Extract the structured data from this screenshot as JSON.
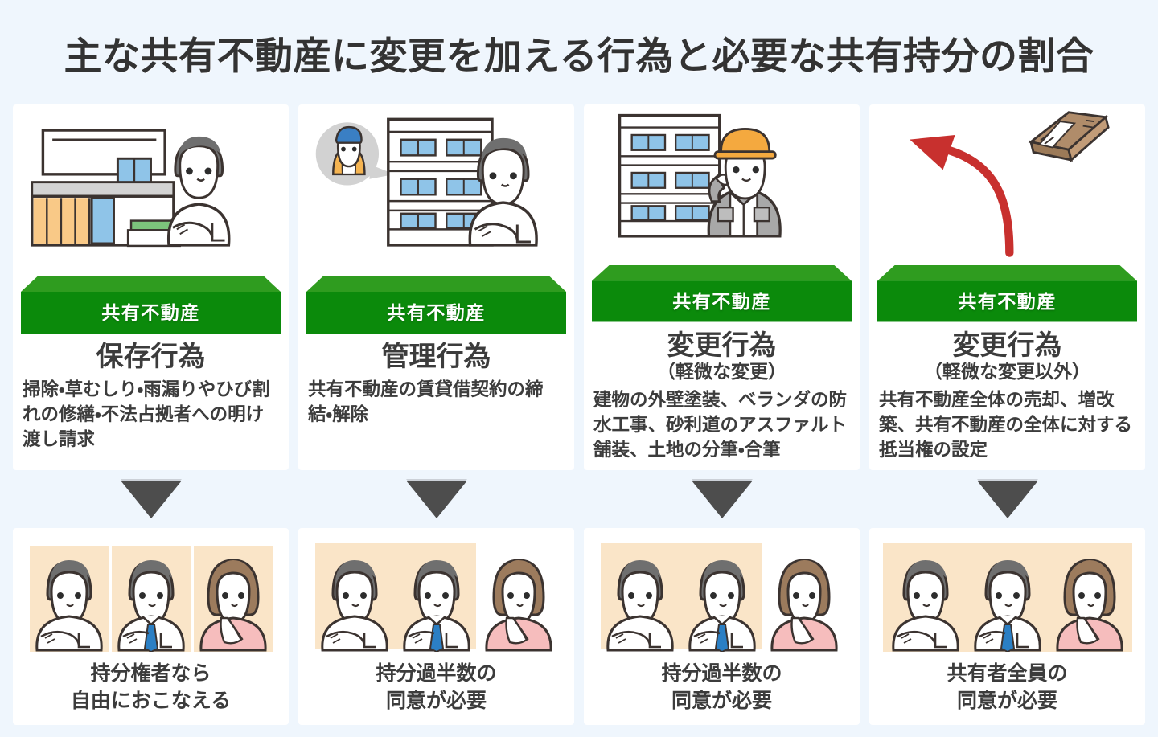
{
  "header": {
    "title": "主な共有不動産に変更を加える行為と必要な共有持分の割合"
  },
  "colors": {
    "page_background": "#eff6fd",
    "card_background": "#ffffff",
    "slab_top": "#2f9c1f",
    "slab_front": "#0b8a0b",
    "slab_label_color": "#ffffff",
    "arrow_gray": "#4d4d4d",
    "highlight_band": "#fae5c8",
    "money_arrow_red": "#c8302e",
    "text_color": "#3c3c3c"
  },
  "slab_label": "共有不動産",
  "columns": [
    {
      "illustration": "house-with-owner-illustration",
      "act_name": "保存行為",
      "act_sub": "",
      "act_desc": "掃除・草むしり・雨漏りやひび割れの修繕・不法占拠者への明け渡し請求",
      "consent_text": "持分権者なら\n自由におこなえる",
      "people_count": 3,
      "people_highlighted": [
        true,
        true,
        true
      ],
      "highlight_style": "individual",
      "people": [
        {
          "name": "person-casual-crossed-arms",
          "hair": "#6f6f6f",
          "shirt": "#ffffff"
        },
        {
          "name": "person-necktie-crossed-arms",
          "hair": "#6f6f6f",
          "shirt": "#ffffff",
          "tie": "#2b7fc4"
        },
        {
          "name": "person-woman-hands-clasped",
          "hair": "#9c7b5d",
          "shirt": "#f6bdbd"
        }
      ]
    },
    {
      "illustration": "apartment-with-tenant-bubble-illustration",
      "act_name": "管理行為",
      "act_sub": "",
      "act_desc": "共有不動産の賃貸借契約の締結・解除",
      "consent_text": "持分過半数の\n同意が必要",
      "people_count": 3,
      "people_highlighted": [
        true,
        true,
        false
      ],
      "highlight_style": "band-two",
      "people": [
        {
          "name": "person-casual-crossed-arms",
          "hair": "#6f6f6f",
          "shirt": "#ffffff"
        },
        {
          "name": "person-necktie-crossed-arms",
          "hair": "#6f6f6f",
          "shirt": "#ffffff",
          "tie": "#2b7fc4"
        },
        {
          "name": "person-woman-hands-clasped",
          "hair": "#9c7b5d",
          "shirt": "#f6bdbd"
        }
      ]
    },
    {
      "illustration": "apartment-with-worker-illustration",
      "act_name": "変更行為",
      "act_sub": "（軽微な変更）",
      "act_desc": "建物の外壁塗装、ベランダの防水工事、砂利道のアスファルト舗装、土地の分筆・合筆",
      "consent_text": "持分過半数の\n同意が必要",
      "people_count": 3,
      "people_highlighted": [
        true,
        true,
        false
      ],
      "highlight_style": "band-two",
      "people": [
        {
          "name": "person-casual-crossed-arms",
          "hair": "#6f6f6f",
          "shirt": "#ffffff"
        },
        {
          "name": "person-necktie-crossed-arms",
          "hair": "#6f6f6f",
          "shirt": "#ffffff",
          "tie": "#2b7fc4"
        },
        {
          "name": "person-woman-hands-clasped",
          "hair": "#9c7b5d",
          "shirt": "#f6bdbd"
        }
      ]
    },
    {
      "illustration": "money-arrow-sale-illustration",
      "act_name": "変更行為",
      "act_sub": "（軽微な変更以外）",
      "act_desc": "共有不動産全体の売却、増改築、共有不動産の全体に対する抵当権の設定",
      "consent_text": "共有者全員の\n同意が必要",
      "people_count": 3,
      "people_highlighted": [
        true,
        true,
        true
      ],
      "highlight_style": "band-all",
      "people": [
        {
          "name": "person-casual-crossed-arms",
          "hair": "#6f6f6f",
          "shirt": "#ffffff"
        },
        {
          "name": "person-necktie-crossed-arms",
          "hair": "#6f6f6f",
          "shirt": "#ffffff",
          "tie": "#2b7fc4"
        },
        {
          "name": "person-woman-hands-clasped",
          "hair": "#9c7b5d",
          "shirt": "#f6bdbd"
        }
      ]
    }
  ]
}
